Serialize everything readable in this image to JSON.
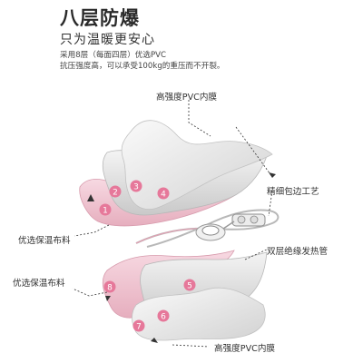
{
  "header": {
    "title": "八层防爆",
    "subtitle": "只为温暖更安心",
    "desc_line1": "采用8层（每面四层）优选PVC",
    "desc_line2": "抗压强度高，可以承受100kg的重压而不开裂。"
  },
  "labels": {
    "pvc_top": "高强度PVC内膜",
    "edging": "精细包边工艺",
    "fabric_left": "优选保温布料",
    "heating_tube": "双层绝缘发热管",
    "fabric_bottom": "优选保温布料",
    "pvc_bottom": "高强度PVC内膜"
  },
  "layers": [
    "1",
    "2",
    "3",
    "4",
    "5",
    "6",
    "7",
    "8"
  ],
  "colors": {
    "marker": "#e6789a",
    "pink_layer": "#f2c6d4",
    "gray_layer": "#dcdcdc"
  }
}
